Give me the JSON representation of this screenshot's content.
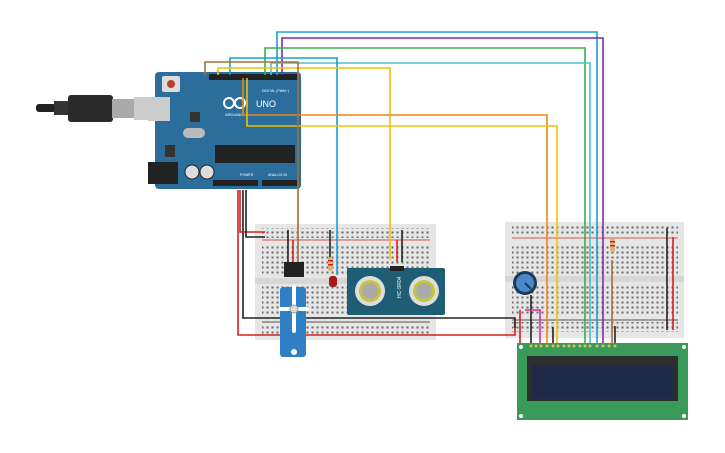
{
  "arduino": {
    "logo_text": "ARDUINO",
    "model": "UNO",
    "digital_label": "DIGITAL (PWM~)",
    "power_label": "POWER",
    "analog_label": "ANALOG IN",
    "board_color": "#2b6d9b"
  },
  "ultrasonic_sensor": {
    "label": "HC-SR04",
    "board_color": "#1e5d74"
  },
  "lcd": {
    "pcb_color": "#3a9a5a",
    "screen_color": "#1e2a48"
  },
  "wire_colors": {
    "blue": "#1a9fd8",
    "purple": "#7b2fa0",
    "green": "#3aae4a",
    "teal": "#4fc0c8",
    "yellow": "#f2c200",
    "orange": "#e8891c",
    "brown": "#a0703c",
    "red": "#d42020",
    "black": "#222222",
    "magenta": "#d62ca0"
  }
}
